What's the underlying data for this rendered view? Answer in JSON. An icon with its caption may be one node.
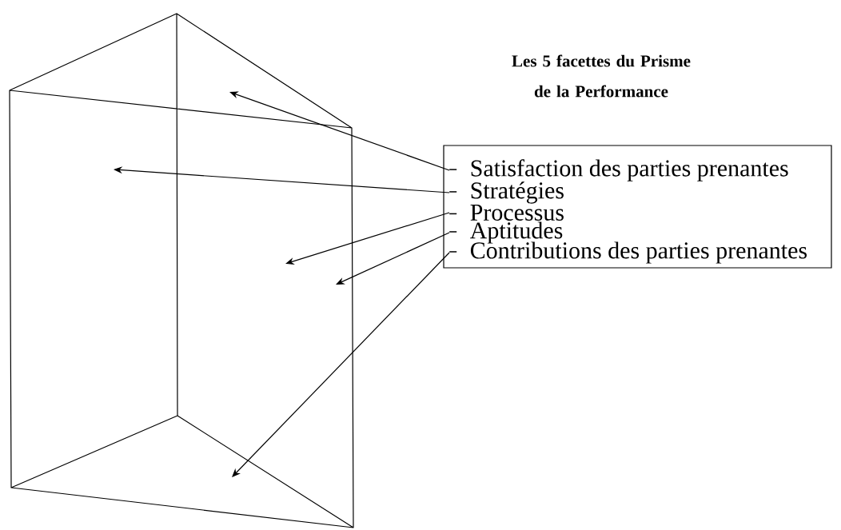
{
  "diagram": {
    "title": "Les 5 facettes du Prisme de la Performance",
    "nodes": [
      {
        "text": [],
        "shape": "box"
      },
      {
        "text": [
          "Satisfaction des parties prenantes"
        ],
        "in": 0
      },
      {
        "text": [
          "Stratégies"
        ],
        "in": 0
      },
      {
        "text": [
          "Processus"
        ],
        "in": 0
      },
      {
        "text": [
          "Aptitudes"
        ],
        "in": 0
      },
      {
        "text": [
          "Contributions des parties prenantes"
        ],
        "in": 0
      }
    ],
    "edges": [
      {
        "from": 1,
        "to": null,
        "arrow": "to"
      },
      {
        "from": 2,
        "to": null,
        "arrow": "to"
      },
      {
        "from": 3,
        "to": null,
        "arrow": "to"
      },
      {
        "from": 4,
        "to": null,
        "arrow": "to"
      },
      {
        "from": 5,
        "to": null,
        "arrow": "to"
      }
    ]
  }
}
